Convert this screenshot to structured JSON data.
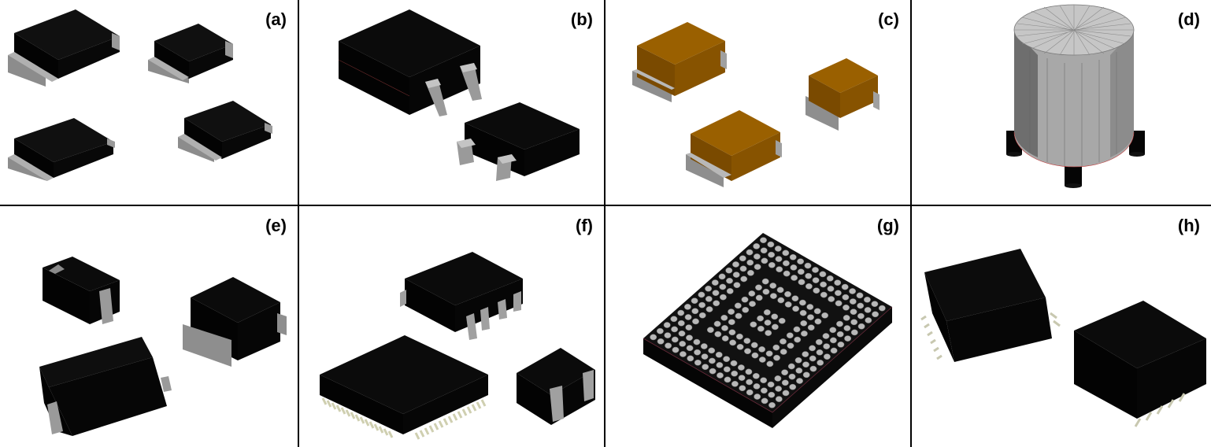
{
  "panels": [
    {
      "label": "(a)",
      "subject": "chip-resistors"
    },
    {
      "label": "(b)",
      "subject": "rectangular-components-with-bent-leads"
    },
    {
      "label": "(c)",
      "subject": "chip-capacitors"
    },
    {
      "label": "(d)",
      "subject": "cylindrical-component-with-three-legs"
    },
    {
      "label": "(e)",
      "subject": "molded-body-components"
    },
    {
      "label": "(f)",
      "subject": "ic-packages"
    },
    {
      "label": "(g)",
      "subject": "ball-grid-array"
    },
    {
      "label": "(h)",
      "subject": "gull-wing-lead-packages"
    }
  ],
  "colors": {
    "body_black": "#050505",
    "terminal_gray": "#a9a9a9",
    "ceramic_orange": "#8a5500",
    "cylinder_gray": "#a8a8a8",
    "divider": "#000000"
  }
}
